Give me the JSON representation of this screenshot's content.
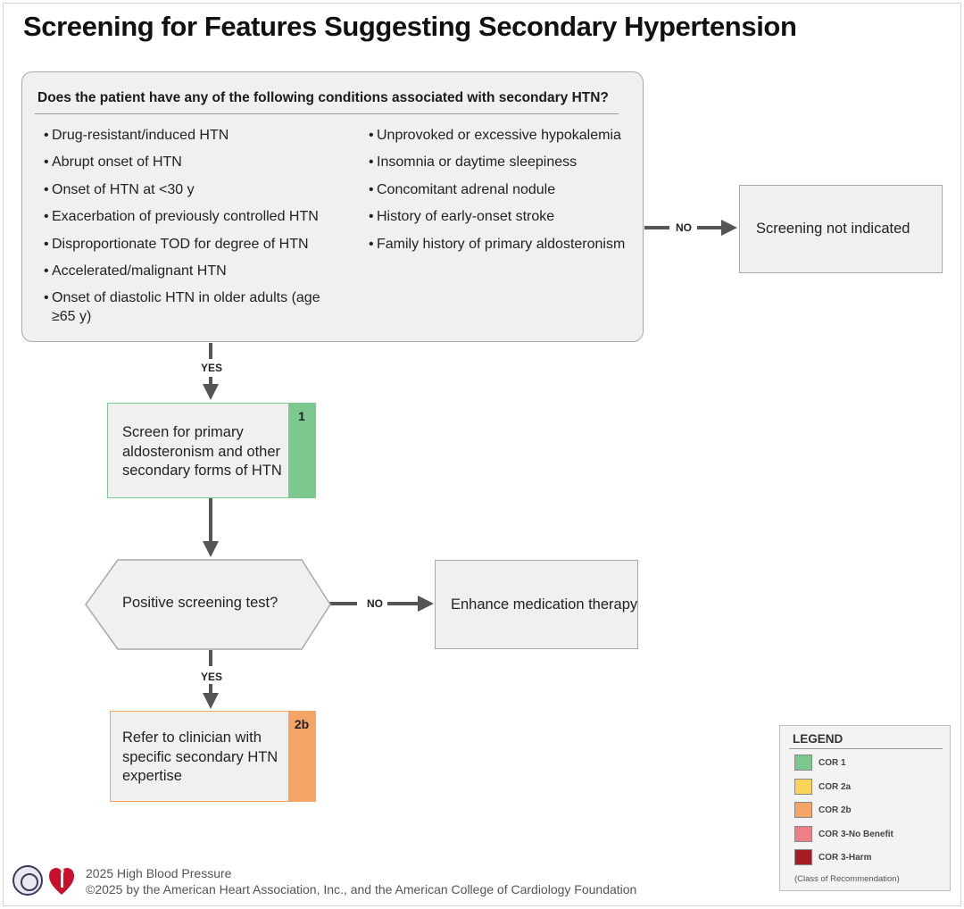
{
  "title": "Screening for Features Suggesting Secondary Hypertension",
  "question": {
    "prompt": "Does the patient have any of the following conditions associated with secondary HTN?",
    "bullet": "•",
    "left_items": [
      "Drug-resistant/induced HTN",
      "Abrupt onset of HTN",
      "Onset of HTN at <30 y",
      "Exacerbation of previously controlled HTN",
      "Disproportionate TOD for degree of HTN",
      "Accelerated/malignant HTN",
      "Onset of diastolic HTN in older adults (age ≥65 y)"
    ],
    "right_items": [
      "Unprovoked or excessive hypokalemia",
      "Insomnia or daytime sleepiness",
      "Concomitant adrenal nodule",
      "History of early-onset stroke",
      "Family history of primary aldosteronism"
    ]
  },
  "edges": {
    "no1": "NO",
    "yes1": "YES",
    "no2": "NO",
    "yes2": "YES"
  },
  "nodes": {
    "screening_not_indicated": "Screening not indicated",
    "screen_primary": {
      "text": "Screen for primary aldosteronism and other secondary forms of HTN",
      "cor": "1",
      "color": "#7dc88f"
    },
    "positive_test": "Positive screening test?",
    "enhance_therapy": "Enhance medication therapy",
    "refer_clinician": {
      "text": "Refer to clinician with specific secondary HTN expertise",
      "cor": "2b",
      "color": "#f4a566"
    }
  },
  "legend": {
    "title": "LEGEND",
    "items": [
      {
        "label": "COR 1",
        "color": "#7dc88f"
      },
      {
        "label": "COR 2a",
        "color": "#fcd45a"
      },
      {
        "label": "COR 2b",
        "color": "#f4a566"
      },
      {
        "label": "COR 3-No Benefit",
        "color": "#ee7f86"
      },
      {
        "label": "COR 3-Harm",
        "color": "#a51c22"
      }
    ],
    "note": "(Class of Recommendation)"
  },
  "footer": {
    "line1": "2025 High Blood Pressure",
    "line2": "©2025 by the American Heart Association, Inc., and the American College of Cardiology Foundation"
  },
  "colors": {
    "box_fill": "#f0f0f0",
    "box_border": "#a9a9a9",
    "arrow": "#555555",
    "green_border": "#7dc88f",
    "orange_border": "#f4a566"
  }
}
